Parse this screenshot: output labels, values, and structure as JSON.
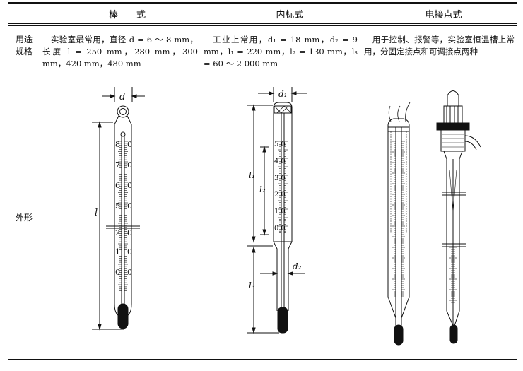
{
  "header": {
    "col1": "棒　　式",
    "col2": "内标式",
    "col3": "电接点式"
  },
  "row_labels": {
    "spec": "用途\n规格",
    "spec_line1": "用途",
    "spec_line2": "规格",
    "shape": "外形"
  },
  "spec": {
    "rod": "　实验室最常用，直径 d = 6 ～ 8 mm，长度 l = 250 mm，280 mm，300 mm，420 mm，480 mm",
    "inner": "　工业上常用，d₁ = 18 mm，d₂ = 9 mm，l₁ = 220 mm，l₂ = 130 mm，l₃ = 60 ～ 2 000 mm",
    "contact": "　用于控制、报警等，实验室恒温槽上常用，分固定接点和可调接点两种"
  },
  "diagram": {
    "rod": {
      "dim_d": "d",
      "dim_l": "l",
      "scale_left": [
        "8",
        "7",
        "6",
        "5",
        "2",
        "1",
        "0"
      ],
      "scale_right": [
        "0",
        "0",
        "0",
        "0",
        "0",
        "0",
        "0"
      ]
    },
    "inner": {
      "dim_d1": "d₁",
      "dim_d2": "d₂",
      "dim_l1": "l₁",
      "dim_l2": "l₂",
      "dim_l3": "l₃",
      "scale": [
        "5 0",
        "4 0",
        "3 0",
        "2 0",
        "1 0",
        "0 0"
      ]
    }
  }
}
